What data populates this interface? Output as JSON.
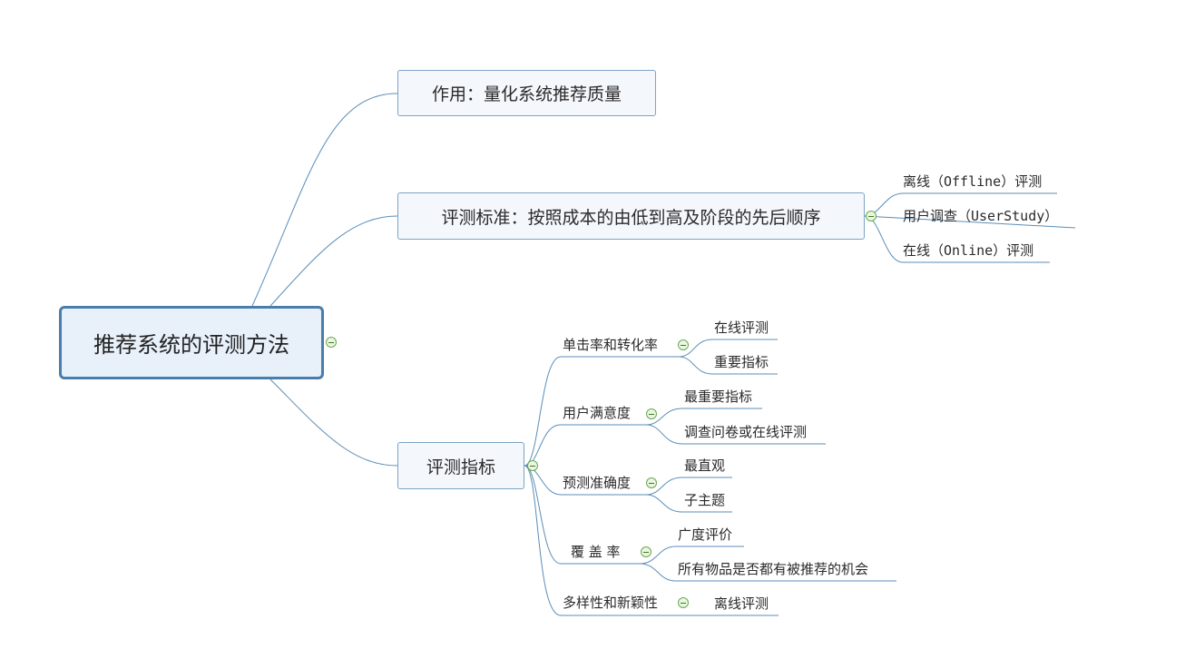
{
  "root": {
    "label": "推荐系统的评测方法"
  },
  "branches": [
    {
      "label": "作用：量化系统推荐质量",
      "children": []
    },
    {
      "label": "评测标准：按照成本的由低到高及阶段的先后顺序",
      "children": [
        {
          "label": "离线（Offline）评测"
        },
        {
          "label": "用户调查（UserStudy）"
        },
        {
          "label": "在线（Online）评测"
        }
      ]
    },
    {
      "label": "评测指标",
      "children": [
        {
          "label": "单击率和转化率",
          "children": [
            {
              "label": "在线评测"
            },
            {
              "label": "重要指标"
            }
          ]
        },
        {
          "label": "用户满意度",
          "children": [
            {
              "label": "最重要指标"
            },
            {
              "label": "调查问卷或在线评测"
            }
          ]
        },
        {
          "label": "预测准确度",
          "children": [
            {
              "label": "最直观"
            },
            {
              "label": "子主题"
            }
          ]
        },
        {
          "label": "覆 盖 率",
          "children": [
            {
              "label": "广度评价"
            },
            {
              "label": "所有物品是否都有被推荐的机会"
            }
          ]
        },
        {
          "label": "多样性和新颖性",
          "children": [
            {
              "label": "离线评测"
            }
          ]
        }
      ]
    }
  ],
  "colors": {
    "line": "#5b8db8",
    "toggle": "#6aa84f",
    "root_border": "#4a7eaa"
  }
}
